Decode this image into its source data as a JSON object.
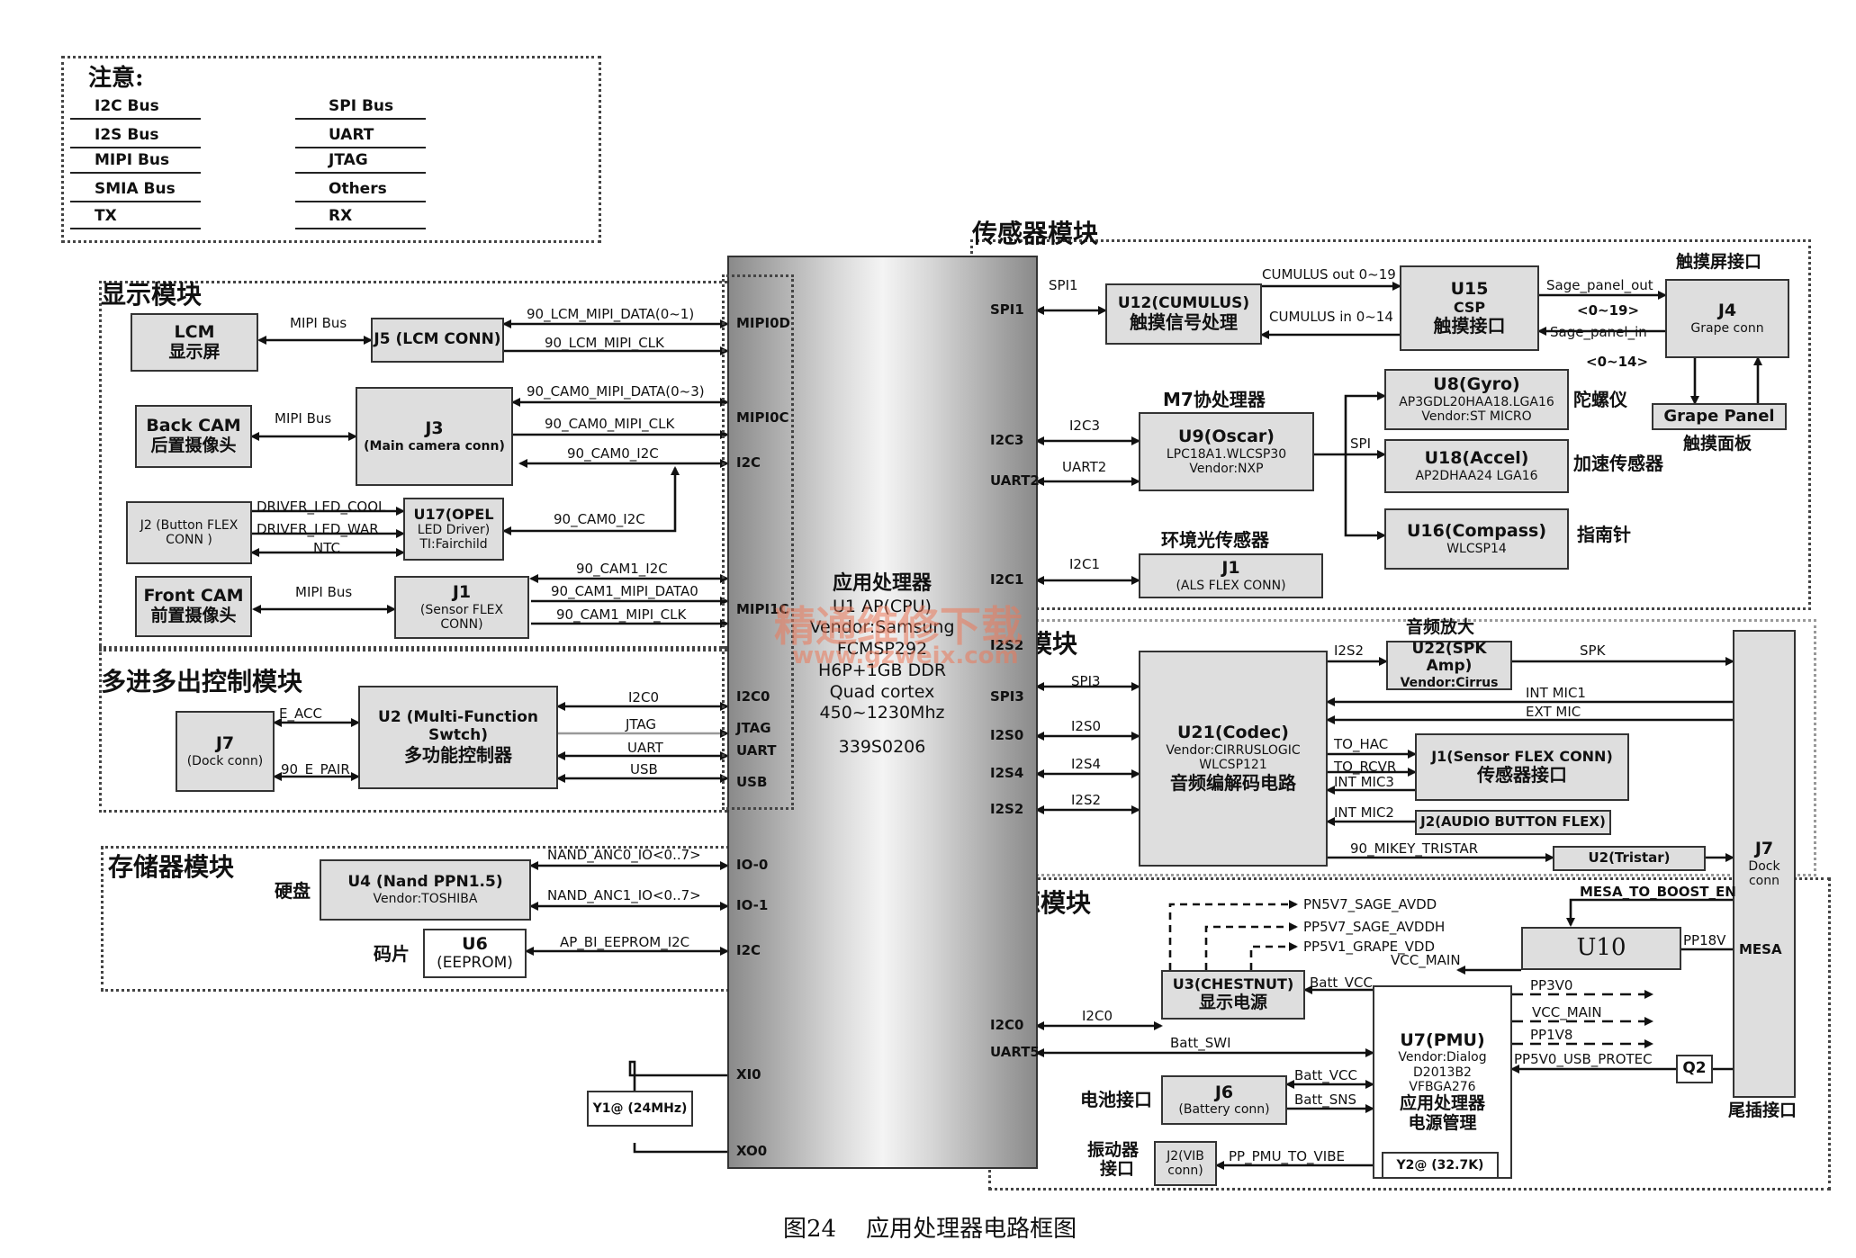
{
  "legend": {
    "title": "注意:",
    "left": [
      "I2C Bus",
      "I2S Bus",
      "MIPI Bus",
      "SMIA Bus",
      "TX"
    ],
    "right": [
      "SPI Bus",
      "UART",
      "JTAG",
      "Others",
      "RX"
    ]
  },
  "modules": {
    "display": "显示模块",
    "mimo": "多进多出控制模块",
    "storage": "存储器模块",
    "sensor": "传感器模块",
    "audio": "音频模块",
    "power": "电源模块"
  },
  "cpu": {
    "title": "应用处理器",
    "lines": [
      "U1 AP(CPU)",
      "Vendor:Samsung",
      "FCMSP292",
      "H6P+1GB DDR",
      "Quad cortex",
      "450~1230Mhz"
    ],
    "part": "339S0206",
    "pins_left": [
      "MIPI0D",
      "MIPI0C",
      "I2C",
      "MIPI1C",
      "I2C0",
      "JTAG",
      "UART",
      "USB",
      "IO-0",
      "IO-1",
      "I2C",
      "XI0",
      "XO0"
    ],
    "pins_right": [
      "SPI1",
      "I2C3",
      "UART2",
      "I2C1",
      "I2S2",
      "SPI3",
      "I2S0",
      "I2S4",
      "I2S2",
      "I2C0",
      "UART5"
    ]
  },
  "display": {
    "lcm": [
      "LCM",
      "显示屏"
    ],
    "j5": "J5 (LCM CONN)",
    "backcam": [
      "Back CAM",
      "后置摄像头"
    ],
    "j3": [
      "J3",
      "(Main camera conn)"
    ],
    "j2": [
      "J2 (Button FLEX",
      "CONN )"
    ],
    "u17": [
      "U17(OPEL",
      "LED Driver)",
      "TI:Fairchild"
    ],
    "frontcam": [
      "Front CAM",
      "前置摄像头"
    ],
    "j1": [
      "J1",
      "(Sensor FLEX",
      "CONN)"
    ],
    "signals": [
      "MIPI Bus",
      "90_LCM_MIPI_DATA(0~1)",
      "90_LCM_MIPI_CLK",
      "MIPI Bus",
      "90_CAM0_MIPI_DATA(0~3)",
      "90_CAM0_MIPI_CLK",
      "90_CAM0_I2C",
      "DRIVER_LED_COOL",
      "DRIVER_LED_WAR",
      "NTC",
      "90_CAM0_I2C",
      "90_CAM1_I2C",
      "MIPI Bus",
      "90_CAM1_MIPI_DATA0",
      "90_CAM1_MIPI_CLK"
    ]
  },
  "mimo": {
    "j7": [
      "J7",
      "(Dock conn)"
    ],
    "u2": [
      "U2 (Multi-Function Swtch)",
      "多功能控制器"
    ],
    "signals": [
      "E_ACC",
      "90_E_PAIR",
      "I2C0",
      "JTAG",
      "UART",
      "USB"
    ]
  },
  "storage": {
    "hdd": "硬盘",
    "u4": [
      "U4 (Nand PPN1.5)",
      "Vendor:TOSHIBA"
    ],
    "chip": "码片",
    "u6": [
      "U6",
      "(EEPROM)"
    ],
    "signals": [
      "NAND_ANC0_IO<0..7>",
      "NAND_ANC1_IO<0..7>",
      "AP_BI_EEPROM_I2C"
    ],
    "y1": "Y1@ (24MHz)"
  },
  "sensor": {
    "u12": [
      "U12(CUMULUS)",
      "触摸信号处理"
    ],
    "u15": [
      "U15",
      "CSP",
      "触摸接口"
    ],
    "j4_title": "触摸屏接口",
    "j4": [
      "J4",
      "Grape conn"
    ],
    "grape": [
      "Grape Panel",
      "触摸面板"
    ],
    "m7": "M7协处理器",
    "u9": [
      "U9(Oscar)",
      "LPC18A1.WLCSP30",
      "Vendor:NXP"
    ],
    "u8": [
      "U8(Gyro)",
      "AP3GDL20HAA18.LGA16",
      "Vendor:ST  MICRO"
    ],
    "gyro": "陀螺仪",
    "u18": [
      "U18(Accel)",
      "AP2DHAA24 LGA16"
    ],
    "accel": "加速传感器",
    "u16": [
      "U16(Compass)",
      "WLCSP14"
    ],
    "compass": "指南针",
    "als": "环境光传感器",
    "j1": [
      "J1",
      "(ALS FLEX CONN)"
    ],
    "signals": [
      "SPI1",
      "CUMULUS  out 0~19",
      "CUMULUS  in 0~14",
      "Sage_panel_out",
      "<0~19>",
      "Sage_panel_in",
      "<0~14>",
      "I2C3",
      "UART2",
      "SPI",
      "I2C1"
    ]
  },
  "audio": {
    "amp_title": "音频放大",
    "u22": [
      "U22(SPK Amp)",
      "Vendor:Cirrus"
    ],
    "u21": [
      "U21(Codec)",
      "Vendor:CIRRUSLOGIC",
      "WLCSP121",
      "音频编解码电路"
    ],
    "j1": [
      "J1(Sensor FLEX CONN)",
      "传感器接口"
    ],
    "j2": "J2(AUDIO BUTTON FLEX)",
    "u2": "U2(Tristar)",
    "j7": [
      "J7",
      "Dock",
      "conn"
    ],
    "tail": "尾插接口",
    "signals": [
      "I2S2",
      "SPK",
      "SPI3",
      "INT MIC1",
      "EXT MIC",
      "I2S0",
      "TO_HAC",
      "TO_RCVR",
      "INT MIC3",
      "I2S4",
      "I2S2",
      "INT MIC2",
      "90_MIKEY_TRISTAR"
    ]
  },
  "power": {
    "rails": [
      "PN5V7_SAGE_AVDD",
      "PP5V7_SAGE_AVDDH",
      "PP5V1_GRAPE_VDD"
    ],
    "u3": [
      "U3(CHESTNUT)",
      "显示电源"
    ],
    "u10": "U10",
    "u7": [
      "U7(PMU)",
      "Vendor:Dialog",
      "D2013B2",
      "VFBGA276",
      "应用处理器",
      "电源管理"
    ],
    "j6": [
      "J6",
      "(Battery conn)"
    ],
    "battery": "电池接口",
    "vib_label": [
      "振动器",
      "接口"
    ],
    "j2vib": [
      "J2(VIB",
      "conn)"
    ],
    "y2": "Y2@ (32.7K)",
    "q2": "Q2",
    "mesa": "MESA",
    "signals": [
      "MESA_TO_BOOST_EN",
      "PP18V",
      "VCC_MAIN",
      "Batt_VCC",
      "I2C0",
      "Batt_SWI",
      "PP3V0",
      "VCC_MAIN",
      "PP1V8",
      "PP5V0_USB_PROTEC",
      "Batt_VCC",
      "Batt_SNS",
      "PP_PMU_TO_VIBE"
    ]
  },
  "watermark": {
    "cn": "精通维修下载",
    "url": "www.gzweix.com"
  },
  "caption": "图24    应用处理器电路框图"
}
